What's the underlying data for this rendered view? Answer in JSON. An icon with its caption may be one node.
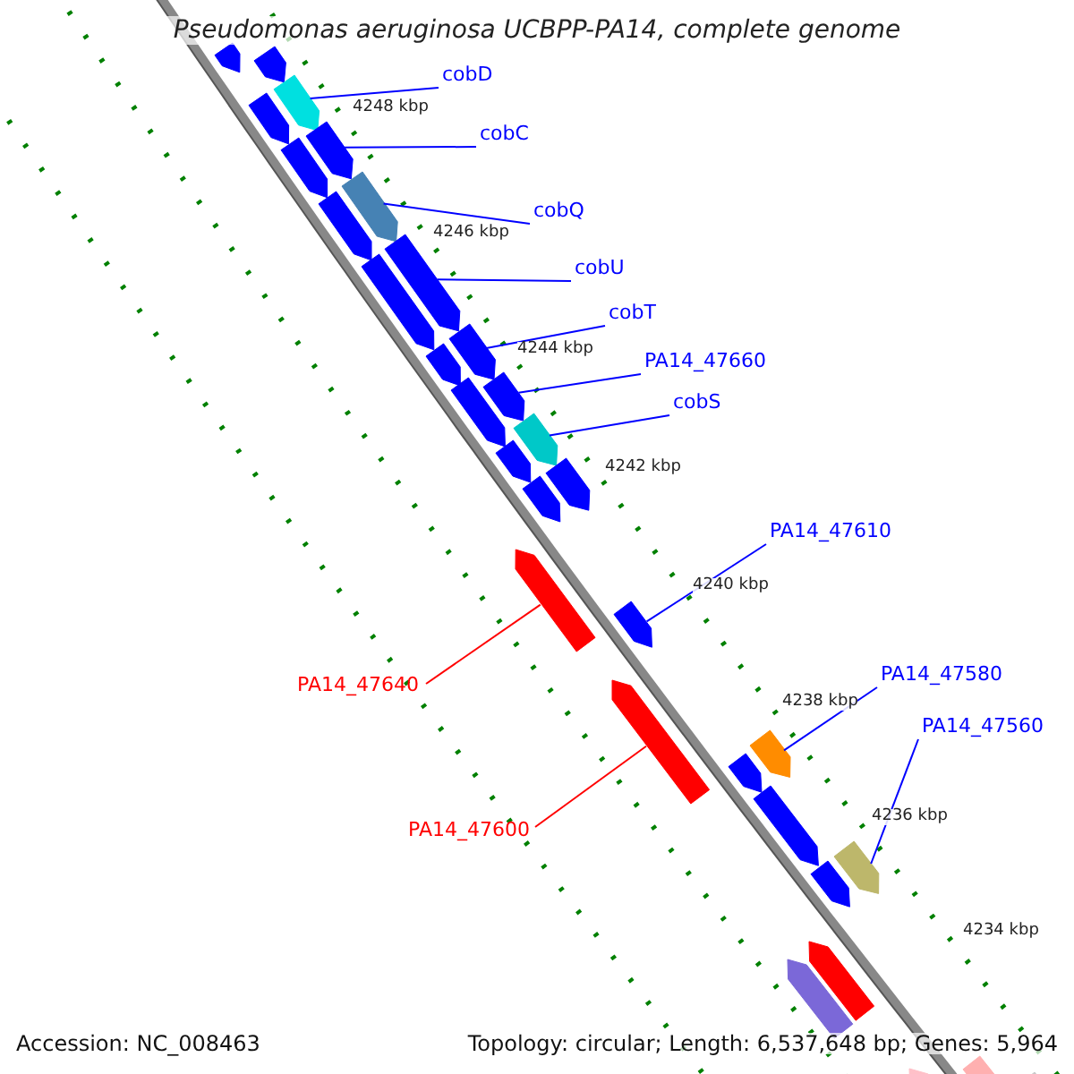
{
  "diagram": {
    "title": "Pseudomonas aeruginosa UCBPP-PA14, complete genome",
    "nodes": [
      {
        "text": [
          "cobD"
        ]
      },
      {
        "text": [
          "cobC"
        ]
      },
      {
        "text": [
          "cobQ"
        ]
      },
      {
        "text": [
          "cobU"
        ]
      },
      {
        "text": [
          "cobT"
        ]
      },
      {
        "text": [
          "PA14_47660"
        ]
      },
      {
        "text": [
          "cobS"
        ]
      },
      {
        "text": [
          "PA14_47610"
        ]
      },
      {
        "text": [
          "PA14_47580"
        ]
      },
      {
        "text": [
          "PA14_47560"
        ]
      },
      {
        "text": [
          "PA14_47640"
        ]
      },
      {
        "text": [
          "PA14_47600"
        ]
      },
      {
        "text": [],
        "shape": "bar"
      },
      {
        "text": [],
        "shape": "bar"
      },
      {
        "text": [],
        "shape": "bar"
      },
      {
        "text": [],
        "shape": "bar"
      },
      {
        "text": [],
        "shape": "bar"
      },
      {
        "text": [],
        "shape": "bar"
      },
      {
        "text": [],
        "shape": "bar"
      },
      {
        "text": [],
        "shape": "bar"
      },
      {
        "text": [],
        "shape": "bar"
      },
      {
        "text": [],
        "shape": "bar"
      },
      {
        "text": [],
        "shape": "bar"
      },
      {
        "text": [],
        "shape": "bar"
      },
      {
        "text": [],
        "shape": "bar"
      },
      {
        "text": [],
        "shape": "bar"
      },
      {
        "text": [],
        "shape": "bar"
      },
      {
        "text": [],
        "shape": "bar"
      },
      {
        "text": [],
        "shape": "bar"
      },
      {
        "text": [],
        "shape": "bar"
      },
      {
        "text": [],
        "shape": "bar"
      },
      {
        "text": [],
        "shape": "bar"
      },
      {
        "text": [],
        "shape": "bar"
      },
      {
        "text": [],
        "shape": "bar"
      },
      {
        "text": [],
        "shape": "bar"
      },
      {
        "text": [],
        "shape": "bar"
      },
      {
        "text": [],
        "shape": "bar"
      },
      {
        "text": [],
        "shape": "bar"
      },
      {
        "text": [],
        "shape": "bar"
      },
      {
        "text": [],
        "shape": "bar"
      },
      {
        "text": [],
        "shape": "bar"
      },
      {
        "text": [],
        "shape": "bar"
      },
      {
        "text": [],
        "shape": "bar"
      }
    ],
    "edges": [
      {
        "from": 0,
        "to": 15,
        "arrow": "none"
      },
      {
        "from": 1,
        "to": 17,
        "arrow": "none"
      },
      {
        "from": 2,
        "to": 19,
        "arrow": "none"
      },
      {
        "from": 3,
        "to": 21,
        "arrow": "none"
      },
      {
        "from": 4,
        "to": 23,
        "arrow": "none"
      },
      {
        "from": 5,
        "to": 25,
        "arrow": "none"
      },
      {
        "from": 6,
        "to": 26,
        "arrow": "none"
      },
      {
        "from": 7,
        "to": 31,
        "arrow": "none"
      },
      {
        "from": 8,
        "to": 33,
        "arrow": "none"
      },
      {
        "from": 9,
        "to": 36,
        "arrow": "none"
      },
      {
        "from": 10,
        "to": 30,
        "arrow": "none",
        "color": "#ff0000"
      },
      {
        "from": 11,
        "to": 32,
        "arrow": "none",
        "color": "#ff0000"
      }
    ],
    "labels": [
      "4248 kbp",
      "4246 kbp",
      "4244 kbp",
      "4242 kbp",
      "4240 kbp",
      "4238 kbp",
      "4236 kbp",
      "4234 kbp",
      "Accession: NC_008463",
      "Topology: circular; Length: 6,537,648 bp; Genes: 5,964"
    ]
  }
}
